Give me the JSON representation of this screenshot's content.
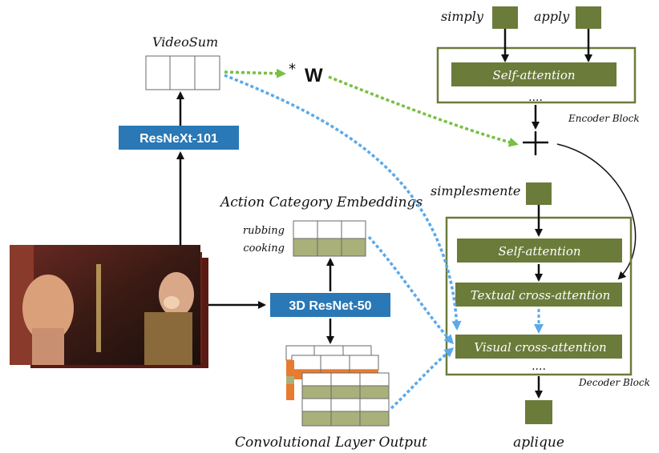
{
  "colors": {
    "olive": "#6b7b3a",
    "olive_light": "#aab07a",
    "blue_box": "#2a78b5",
    "blue_arrow": "#5aa9ea",
    "green_arrow": "#77c043",
    "orange": "#e87b2f"
  },
  "videosum": {
    "title": "VideoSum"
  },
  "resnext": {
    "label": "ResNeXt-101"
  },
  "resnet3d": {
    "label": "3D ResNet-50"
  },
  "weight": {
    "star": "*",
    "symbol": "W"
  },
  "action": {
    "title": "Action Category Embeddings",
    "row1": "rubbing",
    "row2": "cooking"
  },
  "conv": {
    "title": "Convolutional Layer Output"
  },
  "encoder": {
    "inputs": [
      "simply",
      "apply"
    ],
    "self_attention": "Self-attention",
    "dots": "....",
    "block_label": "Encoder Block"
  },
  "decoder": {
    "input": "simplesmente",
    "self_attention": "Self-attention",
    "textual": "Textual  cross-attention",
    "visual": "Visual  cross-attention",
    "dots": "....",
    "block_label": "Decoder Block",
    "output": "aplique"
  }
}
